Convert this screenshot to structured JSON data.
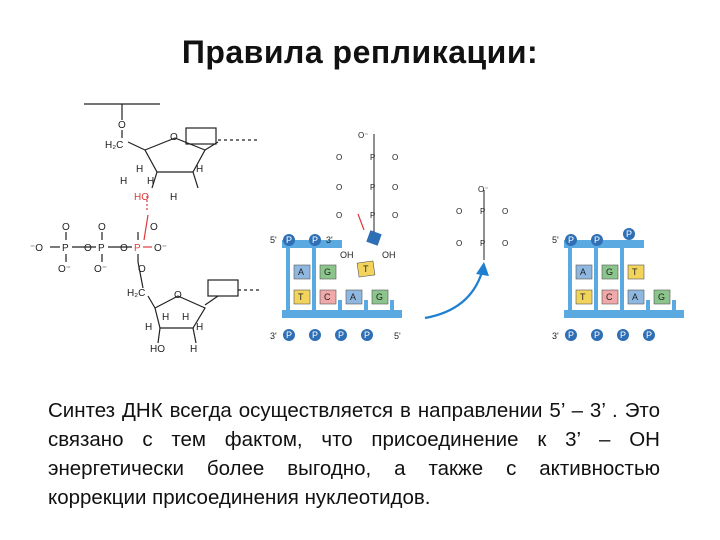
{
  "slide": {
    "title": "Правила репликации:",
    "text": "Синтез ДНК всегда осуществляется в направлении 5’ – 3’ . Это связано с тем фактом, что присоединение к 3’ – ОН энергетически более выгодно, а также с активностью коррекции присоединения нуклеотидов."
  },
  "chem": {
    "O": "O",
    "H": "H",
    "P": "P",
    "H2C": "H₂C",
    "HO": "HO",
    "Ominus": "O⁻",
    "minusO": "⁻O"
  },
  "strand": {
    "end5": "5'",
    "end3": "3'",
    "P": "P",
    "OH": "OH",
    "bases": {
      "A": "A",
      "G": "G",
      "T": "T",
      "C": "C"
    }
  },
  "colors": {
    "backbone": "#5aa9e0",
    "phosphate": "#2f6fb5",
    "adenine": "#8fb8e0",
    "guanine": "#8cc58c",
    "thymine": "#f2d45c",
    "cytosine": "#f0a8a8",
    "highlight": "#e03a3a",
    "arrow": "#1e7fd0"
  }
}
